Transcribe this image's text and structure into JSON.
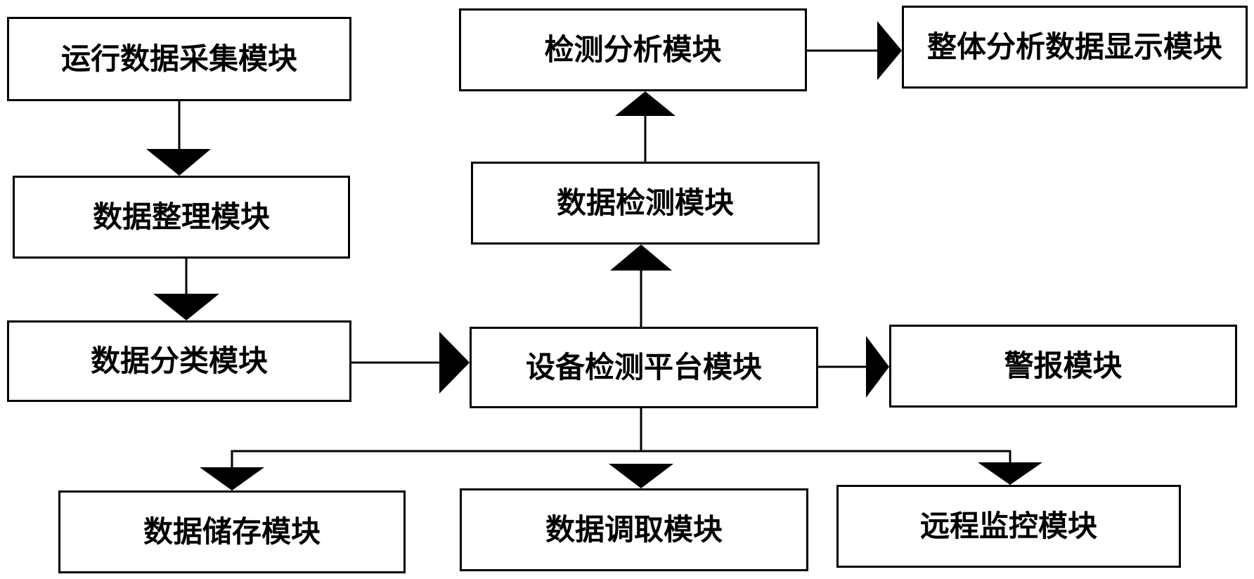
{
  "modules": {
    "collect": "运行数据采集模块",
    "organize": "数据整理模块",
    "classify": "数据分类模块",
    "platform": "设备检测平台模块",
    "alarm": "警报模块",
    "check": "数据检测模块",
    "analysis": "检测分析模块",
    "display": "整体分析数据显示模块",
    "store": "数据储存模块",
    "fetch": "数据调取模块",
    "monitor": "远程监控模块"
  },
  "colors": {
    "stroke": "#000000",
    "background": "#ffffff"
  }
}
